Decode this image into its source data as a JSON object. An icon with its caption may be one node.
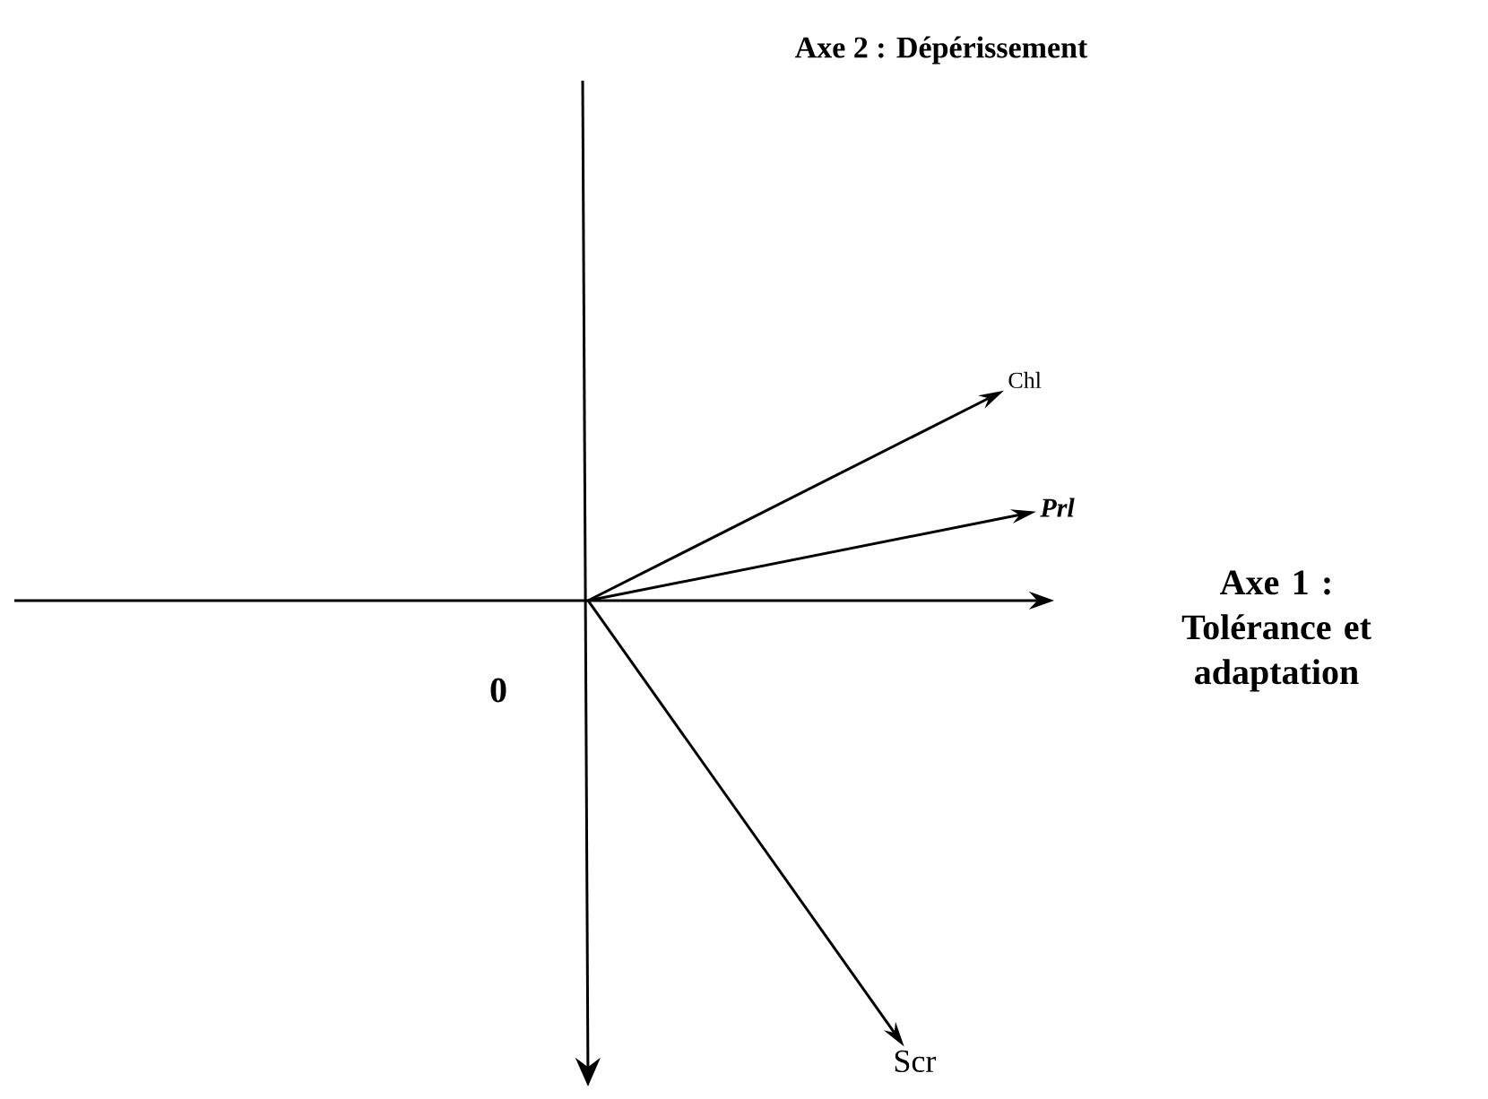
{
  "diagram": {
    "nodes": [
      {
        "text": [
          "Chl"
        ]
      },
      {
        "text": [
          "Prl"
        ]
      },
      {
        "text": [
          "Scr"
        ]
      }
    ],
    "edges": [
      {
        "from": null,
        "to": 0,
        "arrow": "to"
      },
      {
        "from": null,
        "to": 1,
        "arrow": "to"
      },
      {
        "from": null,
        "to": 2,
        "arrow": "to"
      }
    ],
    "labels": [
      "Axe 2 : Dépérissement",
      "Axe 1 : Tolérance et adaptation",
      "0"
    ]
  }
}
